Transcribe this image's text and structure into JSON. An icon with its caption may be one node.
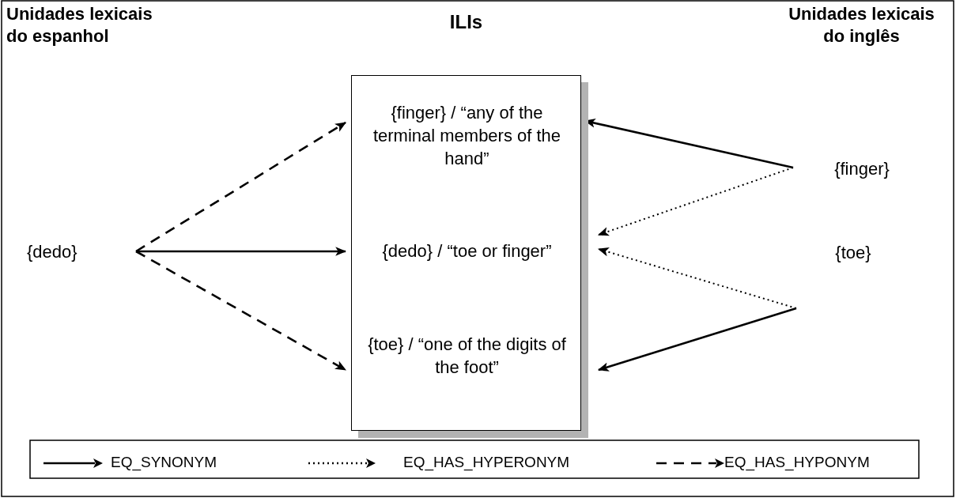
{
  "diagram": {
    "nodes": [
      {
        "text": [
          "ILIs"
        ]
      },
      {
        "text": [
          "{dedo}"
        ]
      },
      {
        "text": [
          "{finger} / “any of the terminal members of the hand”"
        ],
        "in": 0
      },
      {
        "text": [
          "{dedo} / “toe or finger”"
        ],
        "in": 0
      },
      {
        "text": [
          "{toe} / “one of the digits of the foot”"
        ],
        "in": 0
      },
      {
        "text": [
          "{finger}"
        ]
      },
      {
        "text": [
          "{toe}"
        ]
      }
    ],
    "edges": [
      {
        "from": 1,
        "to": 2,
        "arrow": "to",
        "style": "dashed"
      },
      {
        "from": 1,
        "to": 3,
        "arrow": "to"
      },
      {
        "from": 1,
        "to": 4,
        "arrow": "to",
        "style": "dashed"
      },
      {
        "from": 5,
        "to": 2,
        "arrow": "to"
      },
      {
        "from": 5,
        "to": 3,
        "arrow": "to",
        "style": "dashed"
      },
      {
        "from": 6,
        "to": 3,
        "arrow": "to",
        "style": "dashed"
      },
      {
        "from": 6,
        "to": 4,
        "arrow": "to"
      }
    ],
    "labels": [
      "Unidades lexicais do espanhol",
      "Unidades lexicais do inglês"
    ],
    "legend": [
      {
        "text": "EQ_SYNONYM"
      },
      {
        "text": "EQ_HAS_HYPERONYM"
      },
      {
        "text": "EQ_HAS_HYPONYM"
      }
    ]
  }
}
